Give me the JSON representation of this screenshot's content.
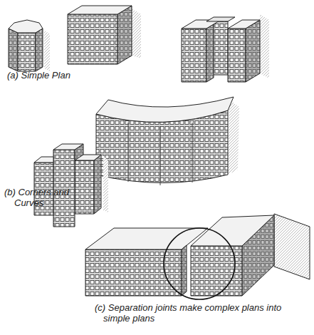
{
  "diagram": {
    "labels": [
      "(a) Simple Plan",
      "(b) Corners and Curves",
      "(c) Separation joints make complex plans into simple plans"
    ]
  }
}
